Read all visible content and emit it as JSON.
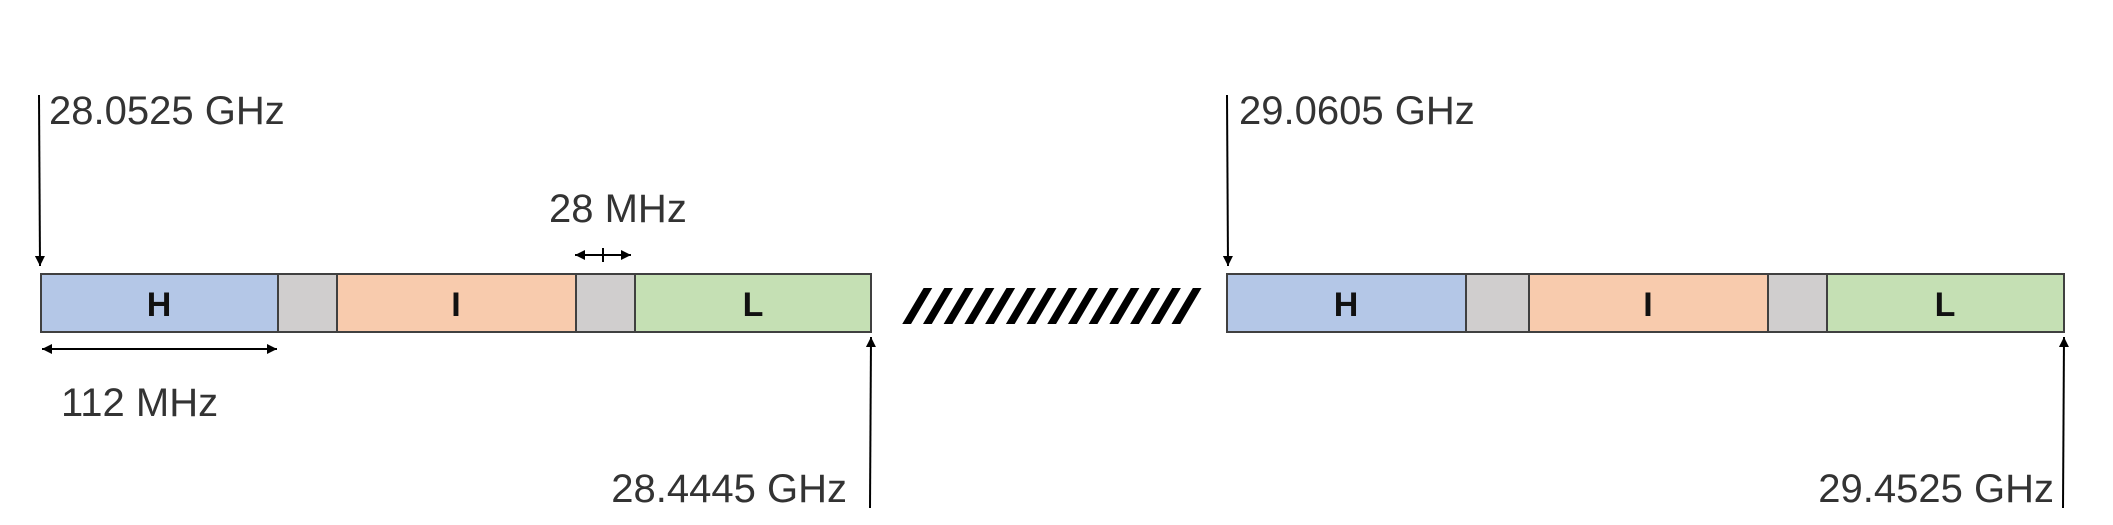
{
  "colors": {
    "H": "#b4c7e7",
    "I": "#f8cbad",
    "L": "#c5e0b4",
    "guard": "#d0cece",
    "outline": "#404040"
  },
  "left_block": {
    "start_label": "28.0525 GHz",
    "end_label": "28.4445 GHz",
    "segments": [
      "H",
      "I",
      "L"
    ],
    "channel_width_label": "112 MHz",
    "guard_width_label": "28 MHz"
  },
  "break_marker": "//////////////",
  "right_block": {
    "start_label": "29.0605 GHz",
    "end_label": "29.4525 GHz",
    "segments": [
      "H",
      "I",
      "L"
    ]
  }
}
